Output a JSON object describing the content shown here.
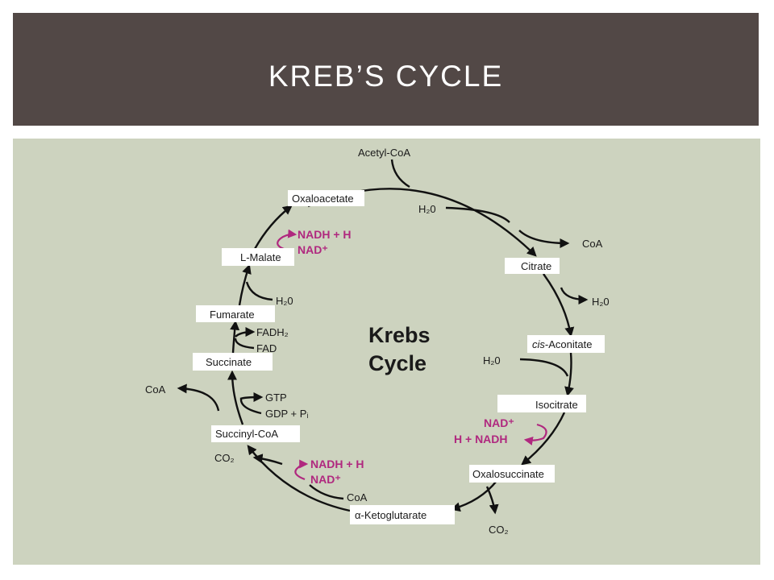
{
  "slide": {
    "title": "KREB’S CYCLE"
  },
  "diagram": {
    "center_label_line1": "Krebs",
    "center_label_line2": "Cycle",
    "intermediates": {
      "acetyl_coa": "Acetyl-CoA",
      "oxaloacetate": "Oxaloacetate",
      "citrate": "Citrate",
      "cis_aconitate_prefix": "cis",
      "cis_aconitate_rest": "-Aconitate",
      "isocitrate": "Isocitrate",
      "oxalosuccinate": "Oxalosuccinate",
      "alpha_ketoglutarate": "α-Ketoglutarate",
      "succinyl_coa": "Succinyl-CoA",
      "succinate": "Succinate",
      "fumarate": "Fumarate",
      "l_malate": "L-Malate"
    },
    "side_labels": {
      "h2o_1": "H₂0",
      "coa_1": "CoA",
      "h2o_2": "H₂0",
      "h2o_3": "H₂0",
      "co2_1": "CO₂",
      "coa_2": "CoA",
      "co2_2": "CO₂",
      "coa_3": "CoA",
      "gtp": "GTP",
      "gdp_pi": "GDP + Pᵢ",
      "fadh2": "FADH₂",
      "fad": "FAD",
      "h2o_4": "H₂0"
    },
    "cofactors": {
      "nad_1": "NAD⁺",
      "nadh_1": "H + NADH",
      "nadh_2": "NADH + H",
      "nad_2": "NAD⁺",
      "nadh_3": "NADH + H",
      "nad_3": "NAD⁺"
    },
    "colors": {
      "title_bar": "#524846",
      "panel": "#cdd3bf",
      "cofactor": "#b0287f",
      "arrow": "#111111"
    }
  }
}
